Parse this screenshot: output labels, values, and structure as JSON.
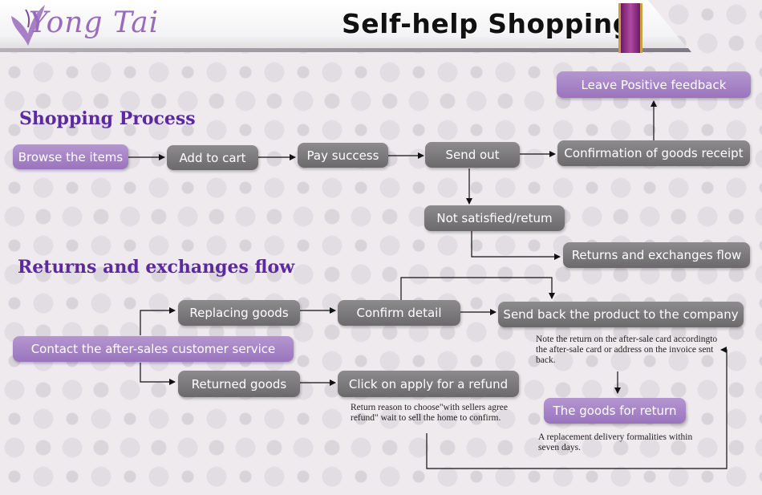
{
  "banner": {
    "logo_text": "Yong Tai",
    "title": "Self-help Shopping"
  },
  "sections": {
    "shopping_process": "Shopping Process",
    "returns_flow": "Returns and exchanges flow"
  },
  "process_nodes": {
    "browse": "Browse the items",
    "add_to_cart": "Add to cart",
    "pay_success": "Pay success",
    "send_out": "Send out",
    "confirmation": "Confirmation of goods receipt",
    "leave_feedback": "Leave Positive feedback",
    "not_satisfied": "Not satisfied/retum",
    "returns_flow": "Returns and exchanges flow"
  },
  "returns_nodes": {
    "contact": "Contact the after-sales customer service",
    "replacing": "Replacing goods",
    "returned": "Returned goods",
    "confirm_detail": "Confirm detail",
    "apply_refund": "Click on apply for a refund",
    "send_back": "Send back the product to the company",
    "goods_for_return": "The goods for return"
  },
  "notes": {
    "after_sale_card": "Note the return on the after-sale card accordingto the after-sale card or address on the invoice sent back.",
    "refund_reason": "Return reason to choose\"with sellers agree refund\" wait to sell the home to confirm.",
    "replacement": "A replacement delivery formalities within seven days."
  },
  "colors": {
    "section_title": "#5b2aa0",
    "gray_box": "#7c797d",
    "purple_box": "#a580c6",
    "logo": "#9a6bbd"
  }
}
